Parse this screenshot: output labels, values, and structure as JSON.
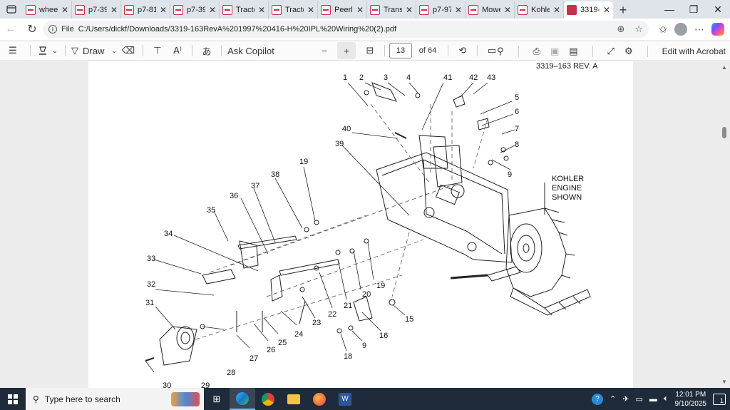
{
  "browser": {
    "tabs": [
      {
        "title": "wheel",
        "active": false
      },
      {
        "title": "p7-39",
        "active": false
      },
      {
        "title": "p7-81",
        "active": false
      },
      {
        "title": "p7-39",
        "active": false
      },
      {
        "title": "Tracto",
        "active": false
      },
      {
        "title": "Tracto",
        "active": false
      },
      {
        "title": "Peerle",
        "active": false
      },
      {
        "title": "Transr",
        "active": false
      },
      {
        "title": "p7-97",
        "active": false
      },
      {
        "title": "Mowe",
        "active": false
      },
      {
        "title": "Kohle",
        "active": false
      },
      {
        "title": "3319-",
        "active": true
      }
    ],
    "address": {
      "label": "File",
      "url": "C:/Users/dickf/Downloads/3319-163RevA%201997%20416-H%20IPL%20Wiring%20(2).pdf"
    }
  },
  "pdf_toolbar": {
    "draw_label": "Draw",
    "ask_copilot_label": "Ask Copilot",
    "current_page": "13",
    "page_count_label": "of 64",
    "edit_with_acrobat_label": "Edit with Acrobat"
  },
  "document": {
    "header": "3319–163 REV. A",
    "engine_note": [
      "KOHLER",
      "ENGINE",
      "SHOWN"
    ],
    "callouts": [
      "1",
      "2",
      "3",
      "4",
      "41",
      "42",
      "43",
      "5",
      "6",
      "7",
      "40",
      "8",
      "39",
      "9",
      "19",
      "38",
      "37",
      "36",
      "35",
      "34",
      "33",
      "32",
      "31",
      "30",
      "29",
      "28",
      "27",
      "26",
      "25",
      "24",
      "23",
      "22",
      "21",
      "20",
      "19",
      "15",
      "16",
      "9",
      "18"
    ]
  },
  "taskbar": {
    "search_placeholder": "Type here to search",
    "time": "12:01 PM",
    "date": "9/10/2025",
    "notification_count": "1"
  }
}
